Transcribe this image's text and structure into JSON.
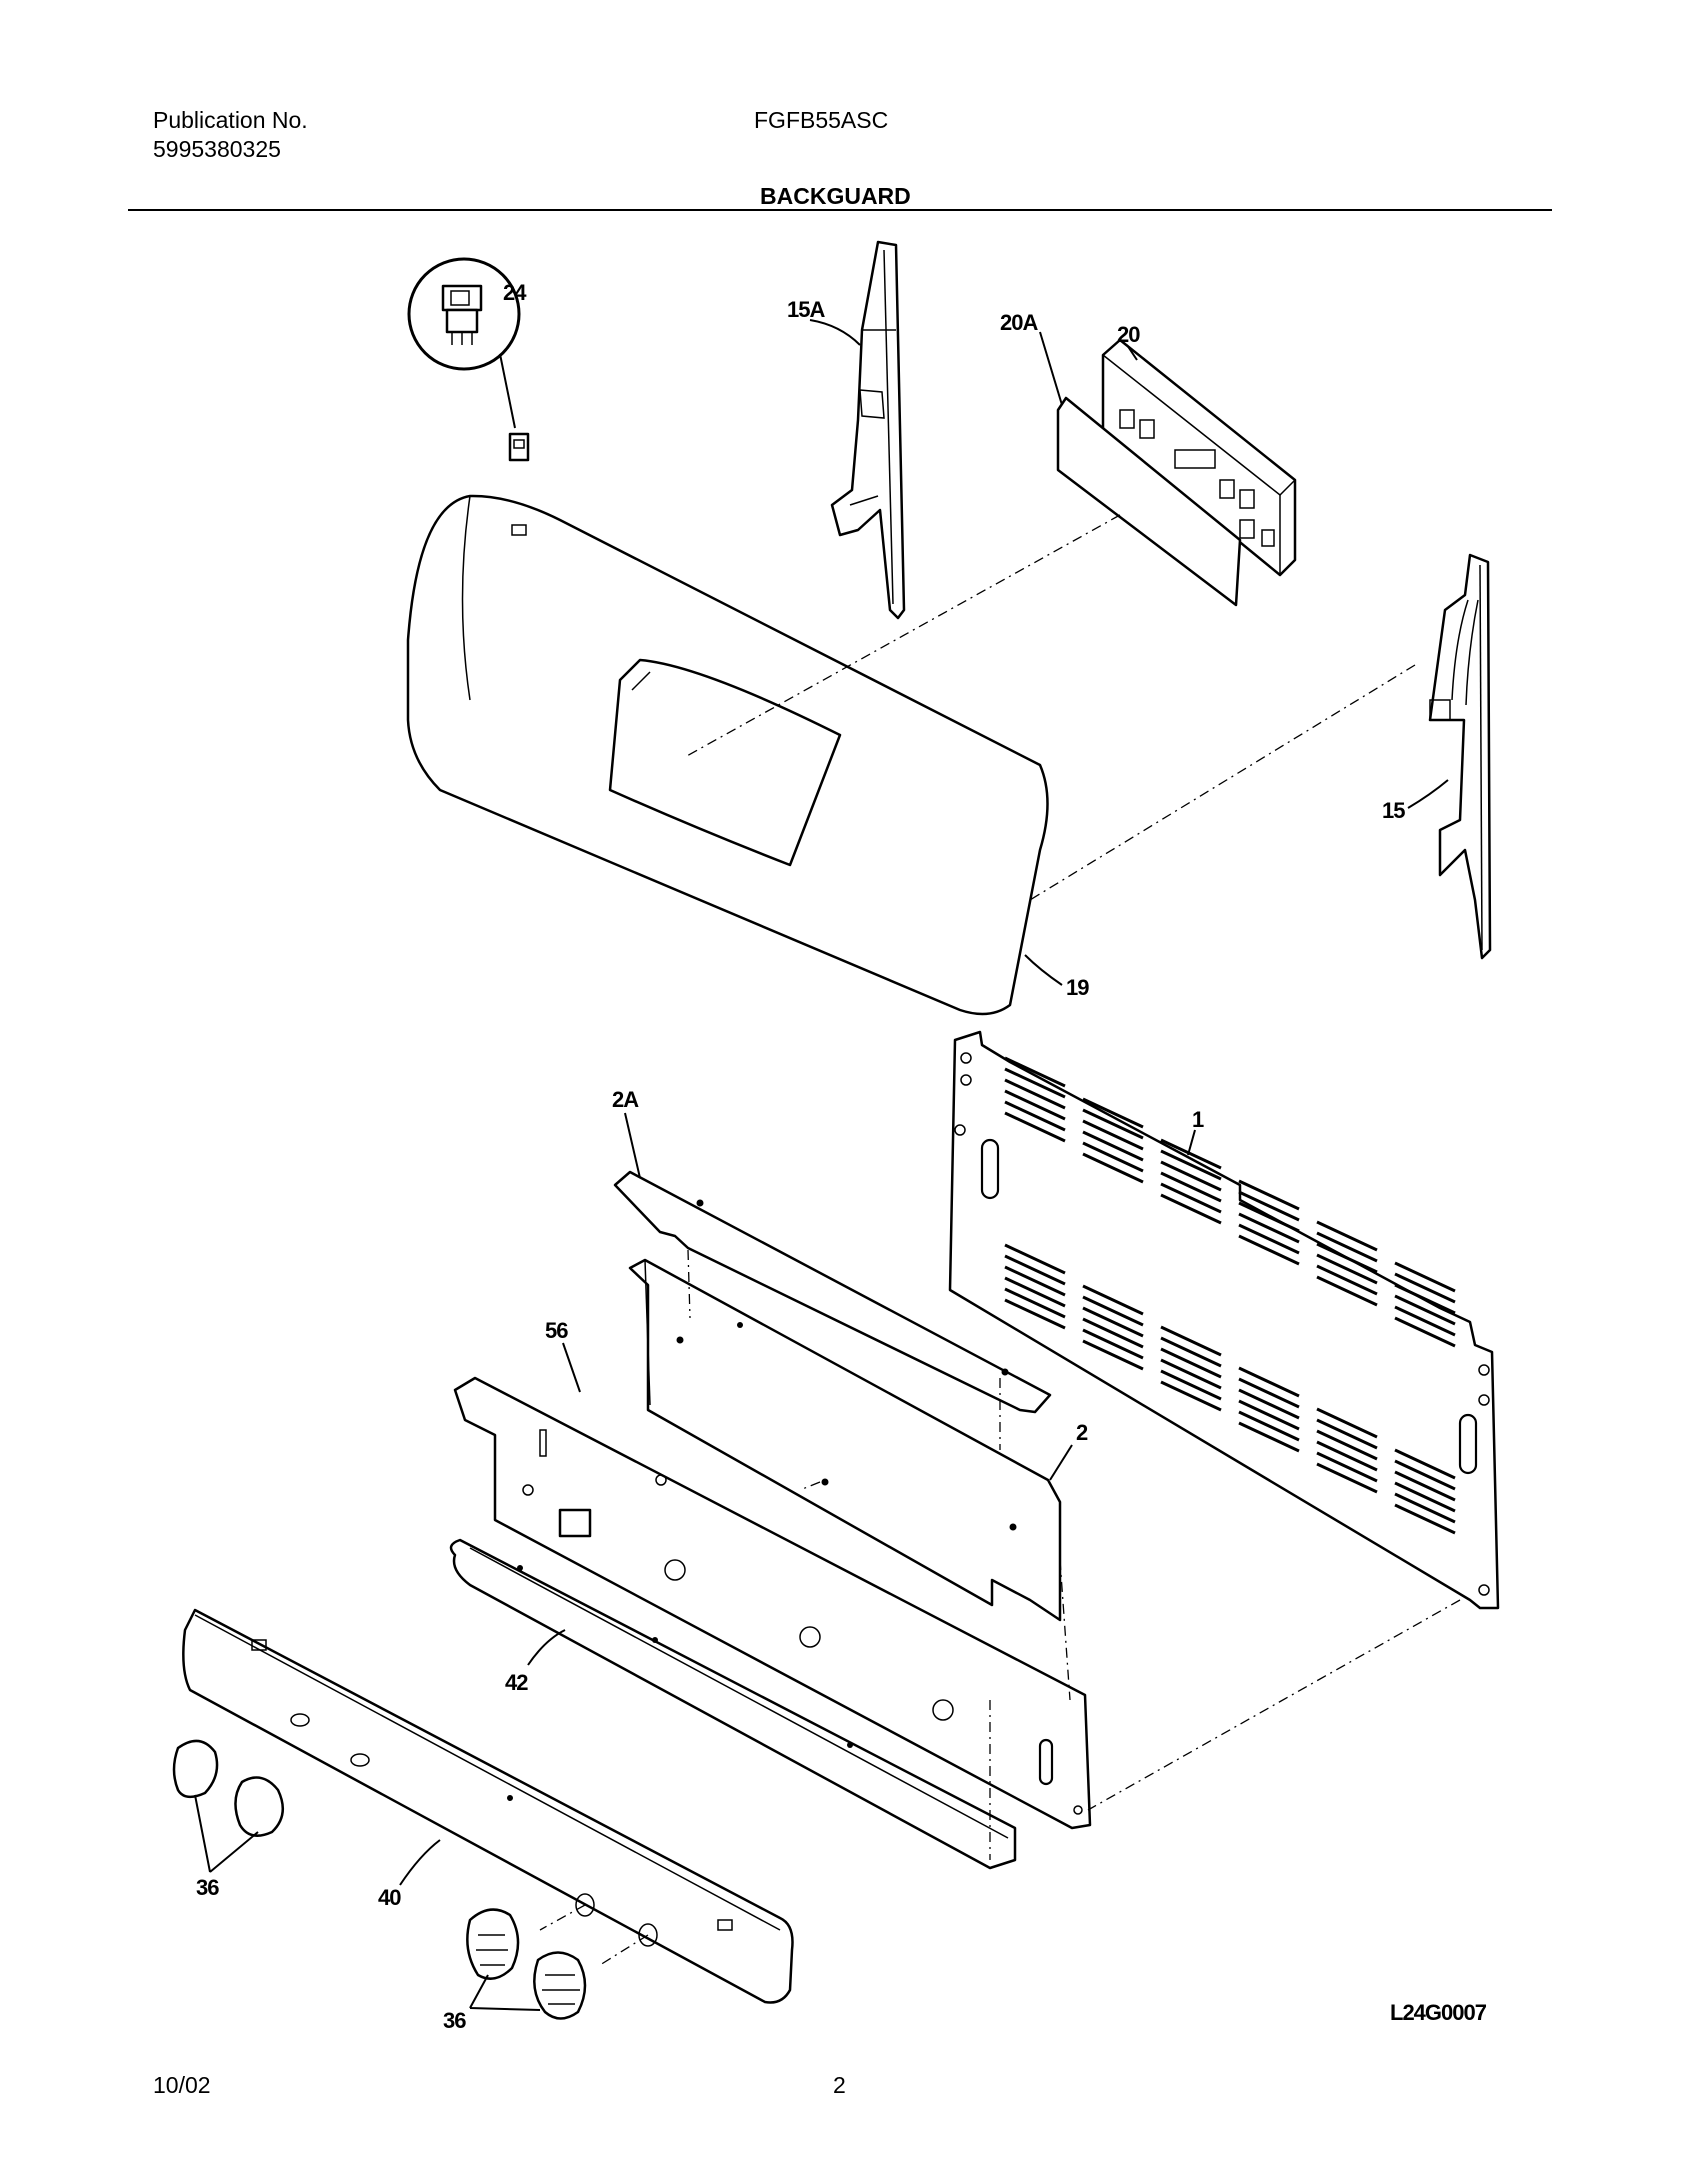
{
  "header": {
    "publication_label": "Publication No.",
    "publication_number": "5995380325",
    "model": "FGFB55ASC",
    "section_title": "BACKGUARD"
  },
  "diagram": {
    "labels": [
      "24",
      "15A",
      "20",
      "20A",
      "15",
      "19",
      "1",
      "2A",
      "56",
      "2",
      "42",
      "40",
      "36",
      "36"
    ],
    "drawing_code": "L24G0007"
  },
  "footer": {
    "date": "10/02",
    "page": "2"
  }
}
